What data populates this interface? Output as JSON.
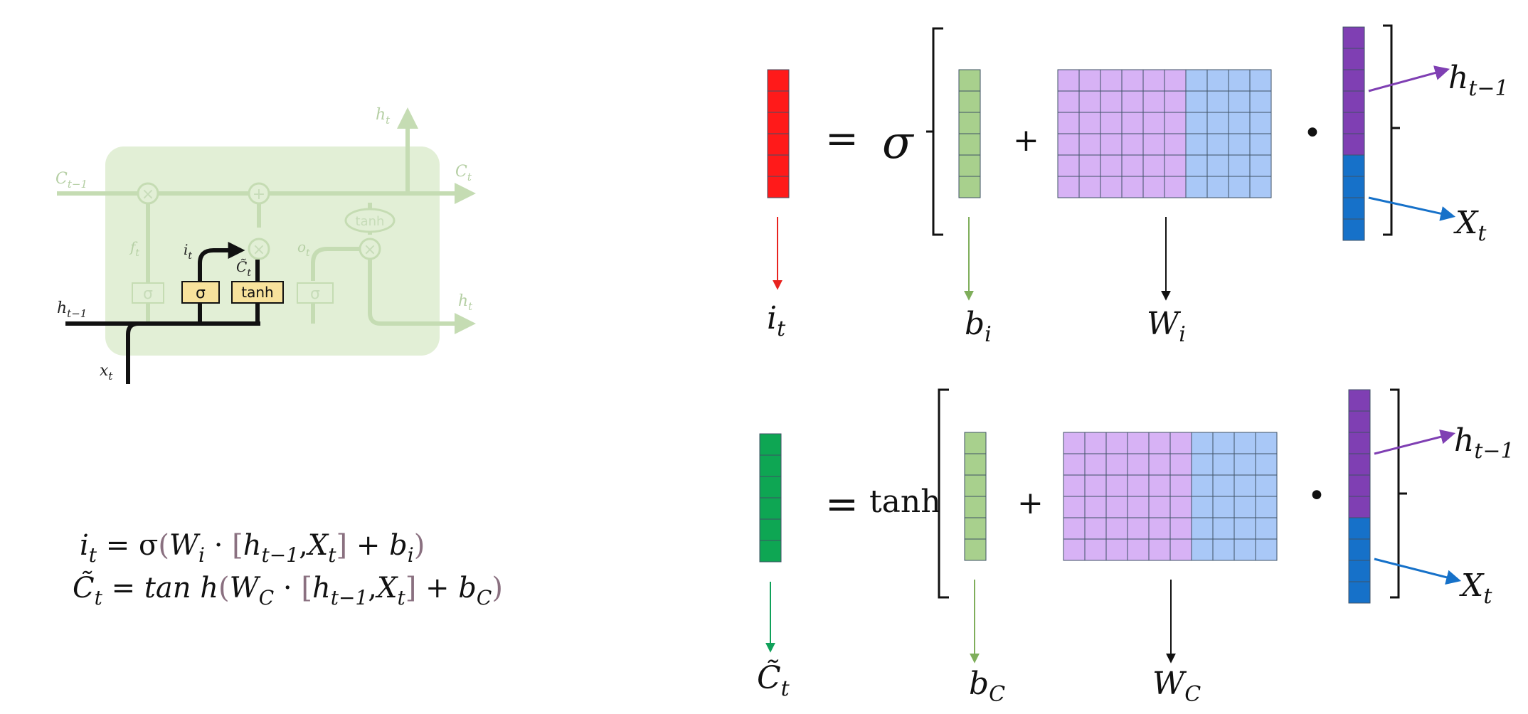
{
  "colors": {
    "lstm_bg": "#e2efd6",
    "gate_yellow": "#f7e29c",
    "input_gate_vector": "#ff1a1a",
    "cell_candidate_vector": "#0ea653",
    "bias_vector": "#a8d08d",
    "weight_left": "#d7b2f5",
    "weight_right": "#a9c8f7",
    "h_part": "#7f3fb3",
    "x_part": "#1671c9",
    "arrow_purple": "#7f3fb3",
    "arrow_blue": "#1671c9"
  },
  "lstm_cell": {
    "labels": {
      "c_prev": "C",
      "c_prev_sub": "t−1",
      "c_next": "C",
      "c_next_sub": "t",
      "h_top": "h",
      "h_top_sub": "t",
      "h_right": "h",
      "h_right_sub": "t",
      "h_prev": "h",
      "h_prev_sub": "t−1",
      "x_in": "x",
      "x_in_sub": "t",
      "i_gate": "i",
      "i_gate_sub": "t",
      "c_tilde": "C̃",
      "c_tilde_sub": "t",
      "f_gate": "f",
      "f_gate_sub": "t",
      "o_gate": "o",
      "o_gate_sub": "t"
    },
    "gates": {
      "sigma_faint_left": "σ",
      "sigma_active": "σ",
      "tanh_active": "tanh",
      "sigma_faint_right": "σ",
      "tanh_faint": "tanh"
    },
    "ops": {
      "times": "×",
      "plus": "+"
    }
  },
  "equations": {
    "line1": {
      "lhs": "i",
      "lhs_sub": "t",
      "eq": " = σ",
      "open": "(",
      "w": "W",
      "w_sub": "i",
      "dot": " · ",
      "lbr": "[",
      "h": "h",
      "h_sub": "t−1",
      "comma": ",",
      "x": "X",
      "x_sub": "t",
      "rbr": "]",
      "plus": " + ",
      "b": "b",
      "b_sub": "i",
      "close": ")"
    },
    "line2": {
      "lhs": "C̃",
      "lhs_sub": "t",
      "eq": " = ",
      "fn": "tan h",
      "open": "(",
      "w": "W",
      "w_sub": "C",
      "dot": " · ",
      "lbr": "[",
      "h": "h",
      "h_sub": "t−1",
      "comma": ",",
      "x": "X",
      "x_sub": "t",
      "rbr": "]",
      "plus": " + ",
      "b": "b",
      "b_sub": "C",
      "close": ")"
    }
  },
  "row1": {
    "equals": "=",
    "func": "σ",
    "plus": "+",
    "dot": "•",
    "result_label": "i",
    "result_sub": "t",
    "bias_label": "b",
    "bias_sub": "i",
    "weight_label": "W",
    "weight_sub": "i",
    "h_label": "h",
    "h_sub": "t−1",
    "x_label": "X",
    "x_sub": "t"
  },
  "row2": {
    "equals": "=",
    "func": "tanh",
    "plus": "+",
    "dot": "•",
    "result_label": "C̃",
    "result_sub": "t",
    "bias_label": "b",
    "bias_sub": "C",
    "weight_label": "W",
    "weight_sub": "C",
    "h_label": "h",
    "h_sub": "t−1",
    "x_label": "X",
    "x_sub": "t"
  }
}
